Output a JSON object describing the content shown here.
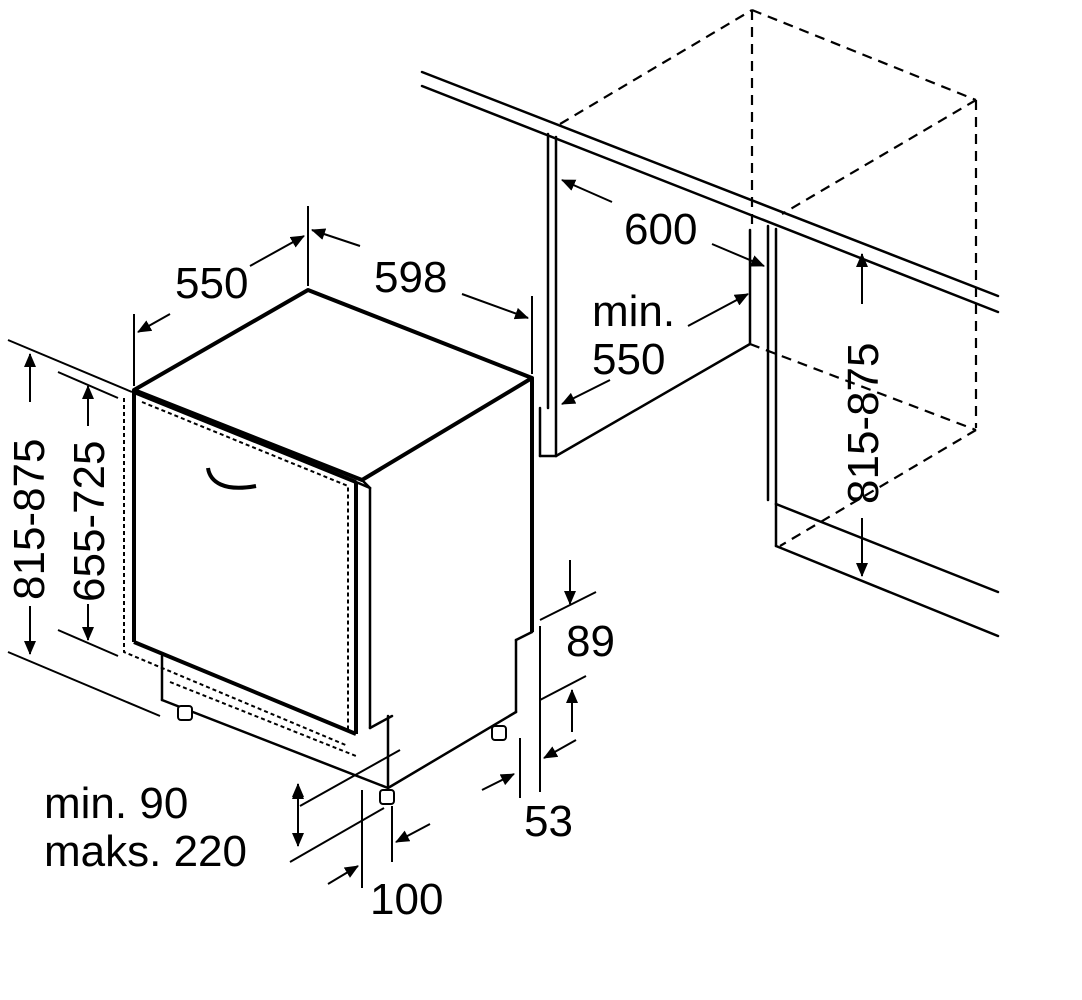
{
  "dimensions": {
    "depth": "550",
    "width": "598",
    "niche_width": "600",
    "niche_depth_min": "min.",
    "niche_depth_value": "550",
    "niche_height": "815-875",
    "overall_height": "815-875",
    "door_height": "655-725",
    "plinth_offset": "89",
    "plinth_gap": "53",
    "plinth_height_min": "min. 90",
    "plinth_height_max": "maks. 220",
    "foot_offset": "100"
  }
}
